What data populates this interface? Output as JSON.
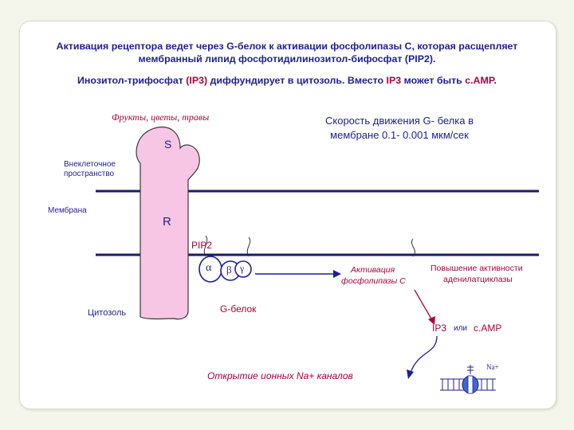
{
  "title": {
    "line1": "Активация рецептора ведет через G-белок к активации  фосфолипазы С, которая расщепляет",
    "line2": "мембранный липид фосфотидилинозитол-бифосфат (PIP2)."
  },
  "subtitle": {
    "part1": "Инозитол-трифосфат  ",
    "part2": "(IP3)",
    "part3": " диффундирует в цитозоль.  Вместо ",
    "part4": "IP3",
    "part5": " может быть ",
    "part6": "с.AMP",
    "part7": "."
  },
  "labels": {
    "ligands": "Фрукты, цветы, травы",
    "speed_line1": "Скорость движения G- белка в",
    "speed_line2": "мембране 0.1- 0.001 мкм/сек",
    "receptor_s": "S",
    "receptor_r": "R",
    "extracellular_line1": "Внеклеточное",
    "extracellular_line2": "пространство",
    "membrane": "Мембрана",
    "pip2": "PIP2",
    "alpha": "α",
    "beta": "β",
    "gamma": "γ",
    "g_protein": "G-белок",
    "cytosol": "Цитозоль",
    "plc_line1": "Активация",
    "plc_line2": "фосфолипазы С",
    "ac_line1": "Повышение активности",
    "ac_line2": "аденилатциклазы",
    "ip3": "IP3",
    "or": "или",
    "camp": "с.AMP",
    "channels": "Открытие ионных Na+ каналов",
    "na": "Na+"
  },
  "colors": {
    "text_navy": "#1e1e96",
    "text_red": "#b0003a",
    "receptor_fill": "#f7c6e4",
    "membrane_line": "#1a1a6e"
  }
}
